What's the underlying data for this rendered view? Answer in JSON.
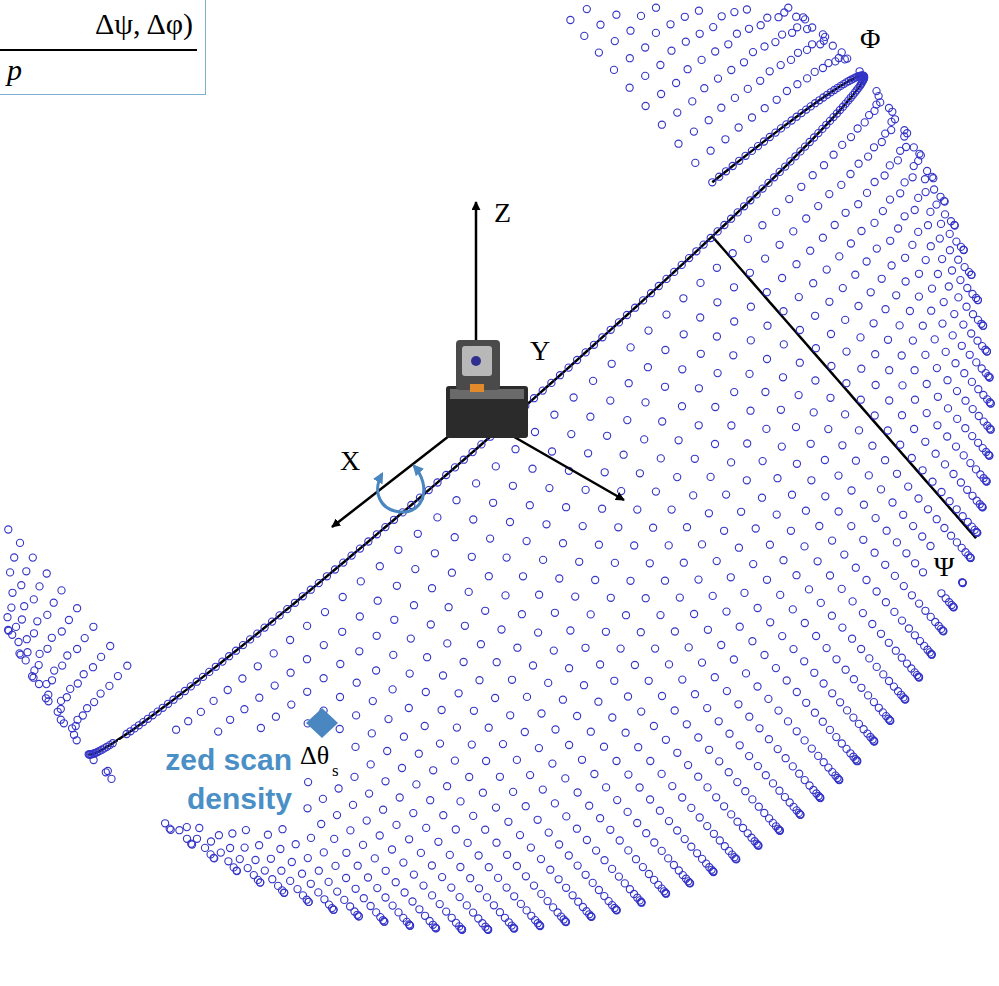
{
  "diagram": {
    "nodes": [
      {
        "text": [
          "Δψ, Δφ)",
          "p"
        ]
      }
    ],
    "edges": [],
    "labels": [
      "Φ",
      "Z",
      "X",
      "Y",
      "Ψ",
      "Δθ",
      "s",
      "zed scan density"
    ]
  }
}
